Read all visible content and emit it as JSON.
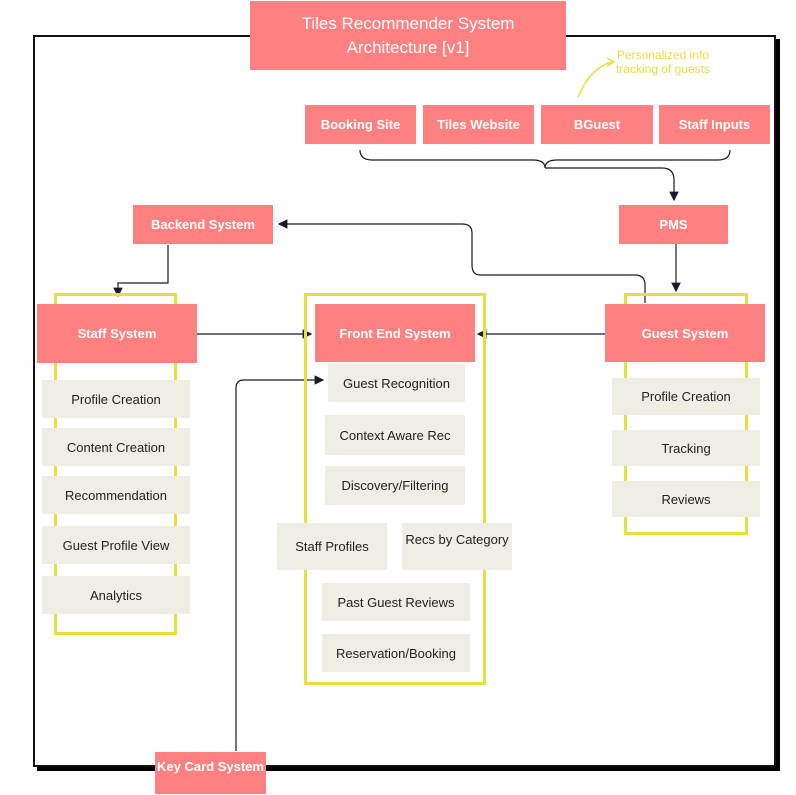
{
  "title": "Tiles Recommender System Architecture [v1]",
  "note": "Personalized info tracking of guests",
  "inputs": [
    "Booking Site",
    "Tiles Website",
    "BGuest",
    "Staff Inputs"
  ],
  "pms": "PMS",
  "backend": "Backend System",
  "staff": {
    "title": "Staff System",
    "items": [
      "Profile Creation",
      "Content Creation",
      "Recommendation",
      "Guest Profile View",
      "Analytics"
    ]
  },
  "frontend": {
    "title": "Front End System",
    "items": [
      "Guest Recognition",
      "Context Aware Rec",
      "Discovery/Filtering",
      "Staff Profiles",
      "Recs by Category",
      "Past Guest Reviews",
      "Reservation/Booking"
    ]
  },
  "guest": {
    "title": "Guest System",
    "items": [
      "Profile Creation",
      "Tracking",
      "Reviews"
    ]
  },
  "keycard": "Key Card System",
  "colors": {
    "node": "#FF8080",
    "container": "#E8DE3C",
    "item": "#EEEEE4",
    "edge": "#1a1a2e"
  }
}
